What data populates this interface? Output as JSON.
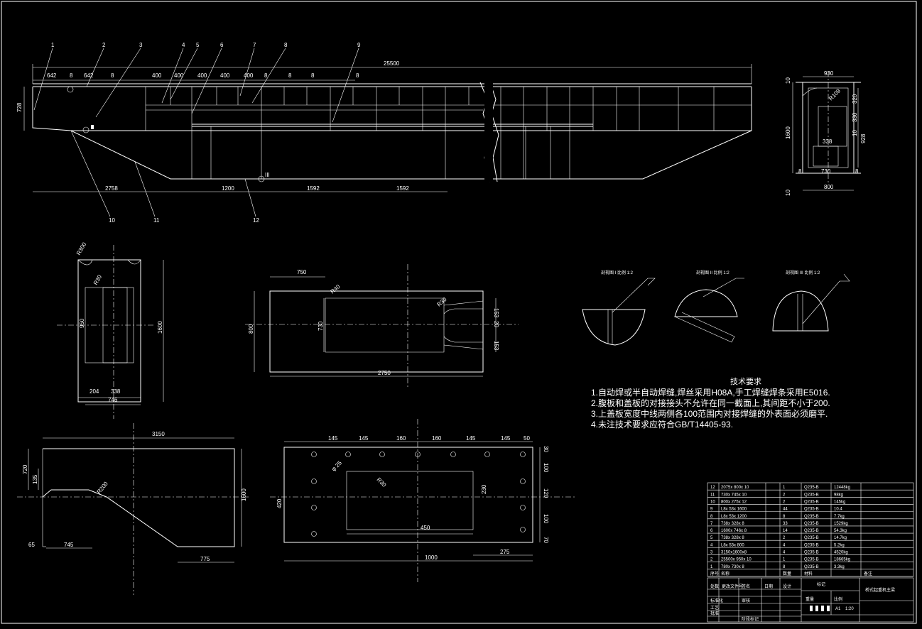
{
  "colors": {
    "background": "#000000",
    "line": "#ffffff"
  },
  "main_view": {
    "balloons": [
      "1",
      "2",
      "3",
      "4",
      "5",
      "6",
      "7",
      "8",
      "9",
      "10",
      "11",
      "12"
    ],
    "overall_length": "25500",
    "top_dims": [
      "642",
      "8",
      "642",
      "8",
      "400",
      "400",
      "400",
      "400",
      "400",
      "8",
      "8",
      "8",
      "8"
    ],
    "left_height": "728",
    "bottom_dims": [
      "2758",
      "1200",
      "1592",
      "1592"
    ],
    "section_mark": "III"
  },
  "side_view": {
    "dims": [
      "930",
      "10",
      "320",
      "330",
      "10",
      "928",
      "338",
      "1600",
      "8",
      "730",
      "8",
      "800",
      "10",
      "R109"
    ]
  },
  "plate_a": {
    "dims": [
      "R300",
      "R30",
      "950",
      "1600",
      "204",
      "338",
      "746"
    ]
  },
  "plate_b": {
    "dims": [
      "750",
      "R40",
      "800",
      "730",
      "2750",
      "R30",
      "153",
      "20",
      "153"
    ]
  },
  "plate_c": {
    "dims": [
      "3150",
      "720",
      "135",
      "R200",
      "1600",
      "65",
      "745",
      "775"
    ]
  },
  "plate_d": {
    "dims": [
      "145",
      "145",
      "160",
      "160",
      "145",
      "145",
      "50",
      "30",
      "100",
      "120",
      "100",
      "70",
      "420",
      "φ 25",
      "R30",
      "230",
      "450",
      "275",
      "1000"
    ]
  },
  "weld_details": {
    "labels": [
      "剖视图 I\n比例 1:2",
      "剖视图 II\n比例 1:2",
      "剖视图 III\n比例 1:2"
    ]
  },
  "tech_requirements": {
    "title": "技术要求",
    "lines": [
      "1.自动焊或半自动焊缝,焊丝采用H08A,手工焊缝焊条采用E5016.",
      "2.腹板和盖板的对接接头不允许在同一截面上,其间距不小于200.",
      "3.上盖板宽度中线两侧各100范围内对接焊缝的外表面必须磨平.",
      "4.未注技术要求应符合GB/T14405-93."
    ]
  },
  "bom": {
    "rows": [
      [
        "12",
        "2075x 800x 10",
        "1",
        "Q235-B",
        "12448kg"
      ],
      [
        "11",
        "730x 745x 10",
        "2",
        "Q235-B",
        "98kg"
      ],
      [
        "10",
        "800x 275x 12",
        "2",
        "Q235-B",
        "145kg"
      ],
      [
        "9",
        "L8x 53x 1600",
        "44",
        "Q235-B",
        "10.4"
      ],
      [
        "8",
        "L8x 53x 1200",
        "8",
        "Q235-B",
        "7.7kg"
      ],
      [
        "7",
        "738x 328x 8",
        "33",
        "Q235-B",
        "1529kg"
      ],
      [
        "6",
        "1600x 746x 8",
        "14",
        "Q235-B",
        "54.3kg"
      ],
      [
        "5",
        "738x 328x 8",
        "2",
        "Q235-B",
        "14.7kg"
      ],
      [
        "4",
        "L8x 53x 800",
        "4",
        "Q235-B",
        "5.2kg"
      ],
      [
        "3",
        "3150x1600x8",
        "4",
        "Q235-B",
        "4520kg"
      ],
      [
        "2",
        "25500x 950x 10",
        "1",
        "Q235-B",
        "18665kg"
      ],
      [
        "1",
        "780x 730x 8",
        "8",
        "Q235-B",
        "3.3kg"
      ]
    ],
    "header": [
      "序号",
      "名称",
      "数量",
      "材料",
      "备注"
    ]
  },
  "title_block": {
    "title": "桥式起重机主梁",
    "scale": "1:20",
    "sheet": "A1",
    "labels": [
      "标记",
      "处数",
      "更改文件号",
      "签名",
      "日期",
      "设计",
      "标准化",
      "审核",
      "工艺",
      "批准",
      "阶段标记",
      "重量",
      "比例"
    ]
  }
}
